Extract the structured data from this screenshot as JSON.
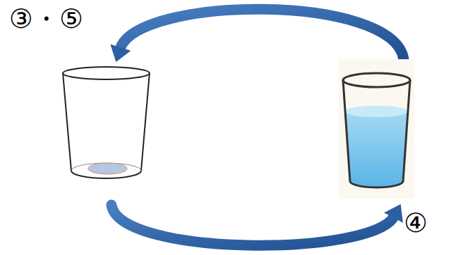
{
  "diagram": {
    "nodes": [
      {
        "text": [
          "③・⑤"
        ]
      },
      {
        "text": [
          "④"
        ]
      }
    ],
    "edges": [
      {
        "from": 1,
        "to": 0,
        "arrow": "to"
      },
      {
        "from": 0,
        "to": 1,
        "arrow": "to"
      }
    ]
  }
}
